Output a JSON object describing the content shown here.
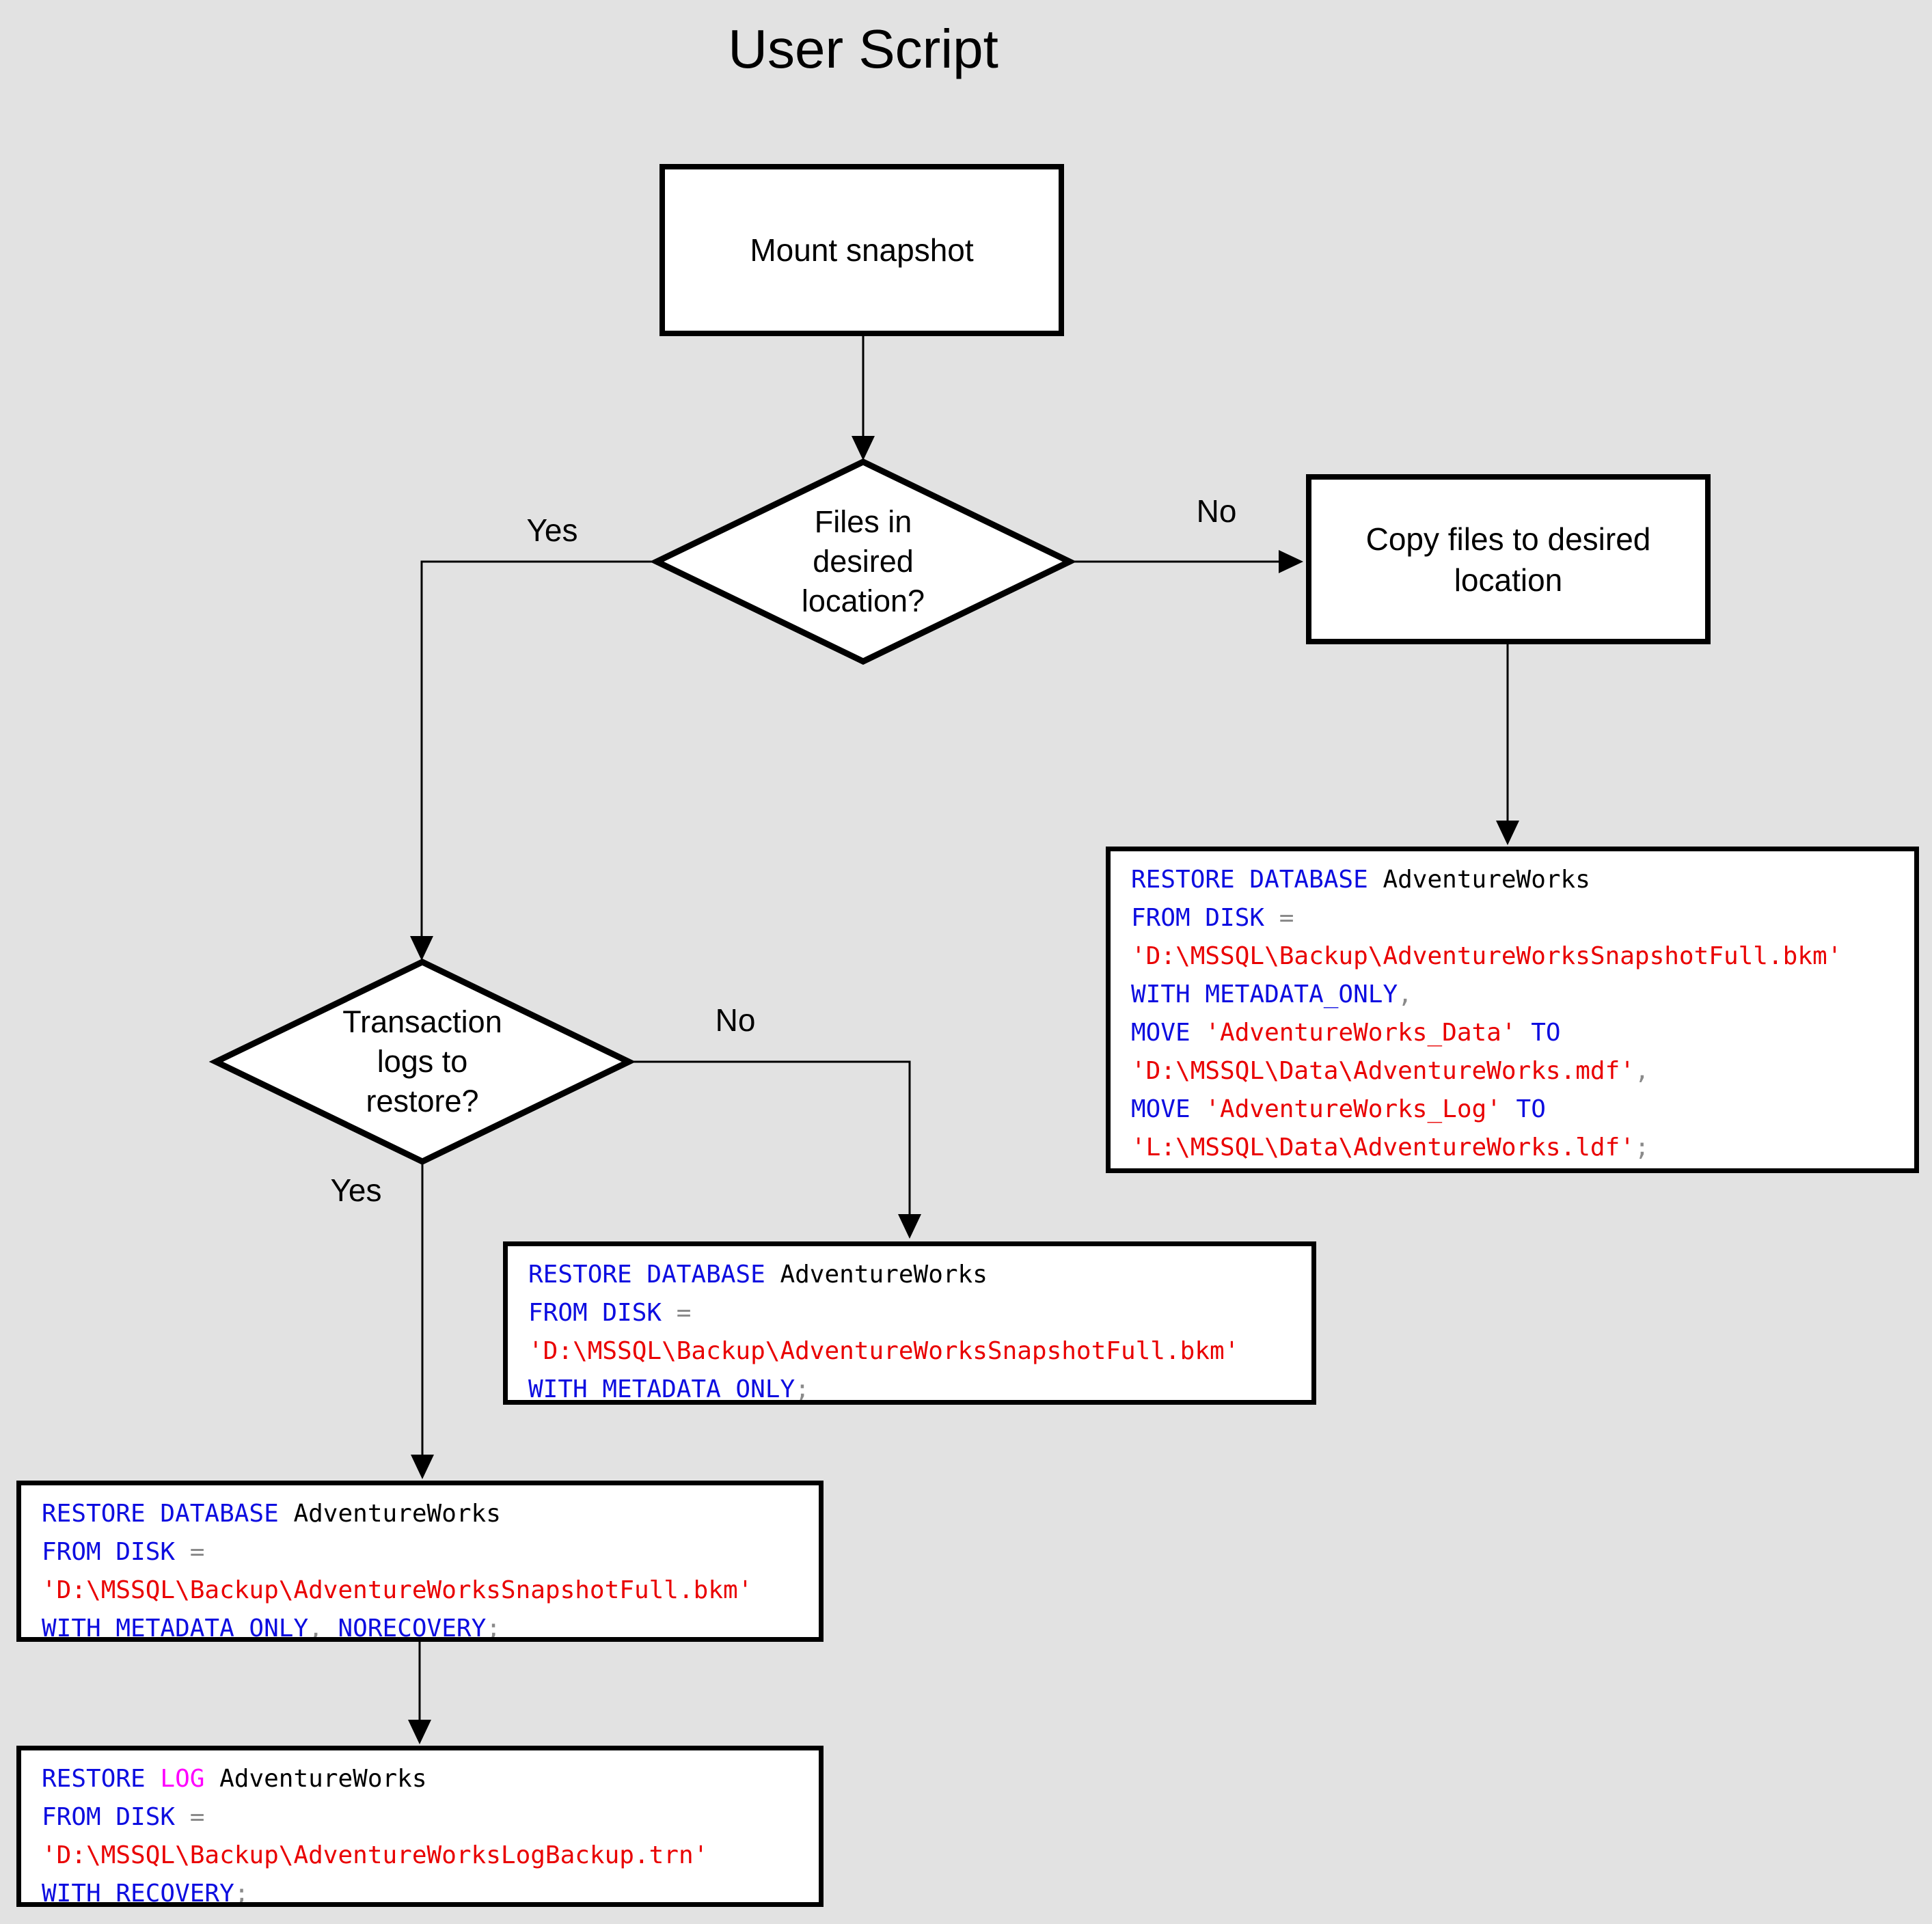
{
  "title": "User Script",
  "colors": {
    "keyword": "#0d0de0",
    "identifier": "#000000",
    "string": "#e90000",
    "operator": "#8a8a8a",
    "log_keyword": "#ff00ff",
    "node_fill": "#ffffff",
    "node_border": "#000000",
    "background": "#e2e2e2"
  },
  "nodes": {
    "mount": {
      "label": "Mount snapshot"
    },
    "files_decision": {
      "label": "Files in\ndesired\nlocation?"
    },
    "copy": {
      "label": "Copy files to desired\nlocation"
    },
    "logs_decision": {
      "label": "Transaction\nlogs to\nrestore?"
    }
  },
  "edge_labels": {
    "files_yes": "Yes",
    "files_no": "No",
    "logs_no": "No",
    "logs_yes": "Yes"
  },
  "code_boxes": {
    "restore_move": {
      "lines": [
        [
          [
            "kw",
            "RESTORE DATABASE"
          ],
          [
            "id",
            " AdventureWorks"
          ]
        ],
        [
          [
            "kw",
            "FROM DISK"
          ],
          [
            "op",
            " ="
          ]
        ],
        [
          [
            "str",
            "'D:\\MSSQL\\Backup\\AdventureWorksSnapshotFull.bkm'"
          ]
        ],
        [
          [
            "kw",
            "WITH METADATA_ONLY"
          ],
          [
            "op",
            ","
          ]
        ],
        [
          [
            "kw",
            "MOVE"
          ],
          [
            "str",
            " 'AdventureWorks_Data'"
          ],
          [
            "kw",
            " TO"
          ]
        ],
        [
          [
            "str",
            "'D:\\MSSQL\\Data\\AdventureWorks.mdf'"
          ],
          [
            "op",
            ","
          ]
        ],
        [
          [
            "kw",
            "MOVE"
          ],
          [
            "str",
            " 'AdventureWorks_Log'"
          ],
          [
            "kw",
            " TO"
          ]
        ],
        [
          [
            "str",
            "'L:\\MSSQL\\Data\\AdventureWorks.ldf'"
          ],
          [
            "op",
            ";"
          ]
        ]
      ]
    },
    "restore_metadata": {
      "lines": [
        [
          [
            "kw",
            "RESTORE DATABASE"
          ],
          [
            "id",
            " AdventureWorks"
          ]
        ],
        [
          [
            "kw",
            "FROM DISK"
          ],
          [
            "op",
            " ="
          ]
        ],
        [
          [
            "str",
            "'D:\\MSSQL\\Backup\\AdventureWorksSnapshotFull.bkm'"
          ]
        ],
        [
          [
            "kw",
            "WITH METADATA_ONLY"
          ],
          [
            "op",
            ";"
          ]
        ]
      ]
    },
    "restore_norecovery": {
      "lines": [
        [
          [
            "kw",
            "RESTORE DATABASE"
          ],
          [
            "id",
            " AdventureWorks"
          ]
        ],
        [
          [
            "kw",
            "FROM DISK"
          ],
          [
            "op",
            " ="
          ]
        ],
        [
          [
            "str",
            "'D:\\MSSQL\\Backup\\AdventureWorksSnapshotFull.bkm'"
          ]
        ],
        [
          [
            "kw",
            "WITH METADATA_ONLY"
          ],
          [
            "op",
            ","
          ],
          [
            "kw",
            " NORECOVERY"
          ],
          [
            "op",
            ";"
          ]
        ]
      ]
    },
    "restore_log": {
      "lines": [
        [
          [
            "kw",
            "RESTORE"
          ],
          [
            "log",
            " LOG"
          ],
          [
            "id",
            " AdventureWorks"
          ]
        ],
        [
          [
            "kw",
            "FROM DISK"
          ],
          [
            "op",
            " ="
          ]
        ],
        [
          [
            "str",
            "'D:\\MSSQL\\Backup\\AdventureWorksLogBackup.trn'"
          ]
        ],
        [
          [
            "kw",
            "WITH RECOVERY"
          ],
          [
            "op",
            ";"
          ]
        ]
      ]
    }
  }
}
